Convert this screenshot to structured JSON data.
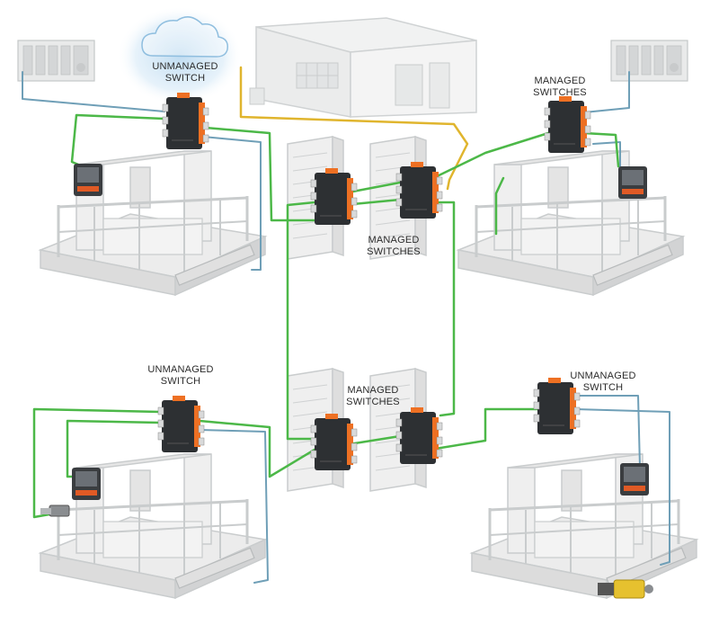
{
  "labels": {
    "top_left_unmanaged": [
      "UNMANAGED",
      "SWITCH"
    ],
    "top_right_managed": [
      "MANAGED",
      "SWITCHES"
    ],
    "center_managed_upper": [
      "MANAGED",
      "SWITCHES"
    ],
    "center_managed_lower": [
      "MANAGED",
      "SWITCHES"
    ],
    "bottom_left_unmanaged": [
      "UNMANAGED",
      "SWITCH"
    ],
    "bottom_right_unmanaged": [
      "UNMANAGED",
      "SWITCH"
    ]
  },
  "colors": {
    "network_cable": "#4cb848",
    "fiber_cable": "#6f9fb7",
    "control_cable": "#e0b52e",
    "switch_body": "#2d3033",
    "switch_accent": "#ee7023",
    "equipment": "#ededed",
    "equipment_stroke": "#c9cccd",
    "cloud": "#bcdaf0"
  },
  "icons": [
    "cloud-icon",
    "control-building-icon",
    "plc-rack-icon",
    "cnc-machine-icon",
    "hmi-panel-icon",
    "server-cabinet-icon",
    "industrial-switch-icon",
    "camera-icon",
    "motor-icon"
  ]
}
